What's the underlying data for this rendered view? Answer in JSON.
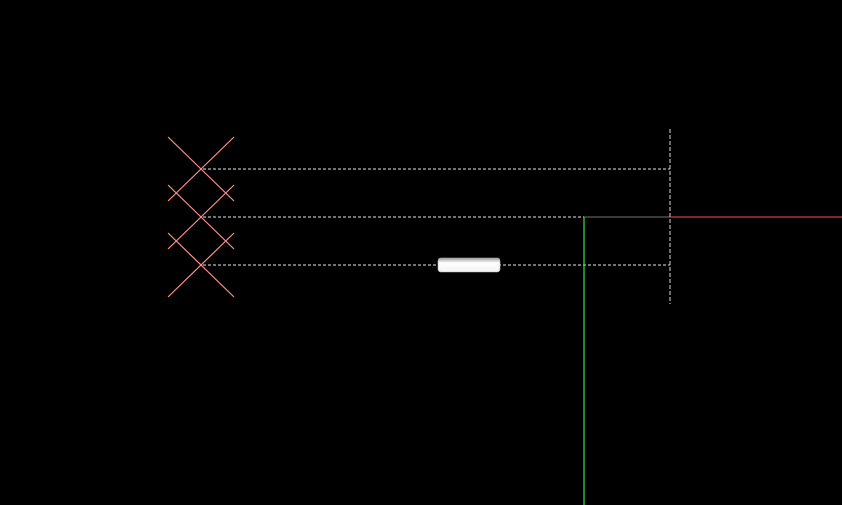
{
  "colors": {
    "background": "#000000",
    "x_marker": "#ff8f8f",
    "dashed_line": "#e6e6e6",
    "red_axis": "#ff4d4d",
    "green_axis": "#39e639",
    "capsule_fill": "#ffffff",
    "capsule_edge": "#bdbdbd",
    "end_marker": "#d8d8d8"
  },
  "scene": {
    "x_marker_count": 3,
    "dashed_line_count": 3,
    "capsule_count": 1
  }
}
